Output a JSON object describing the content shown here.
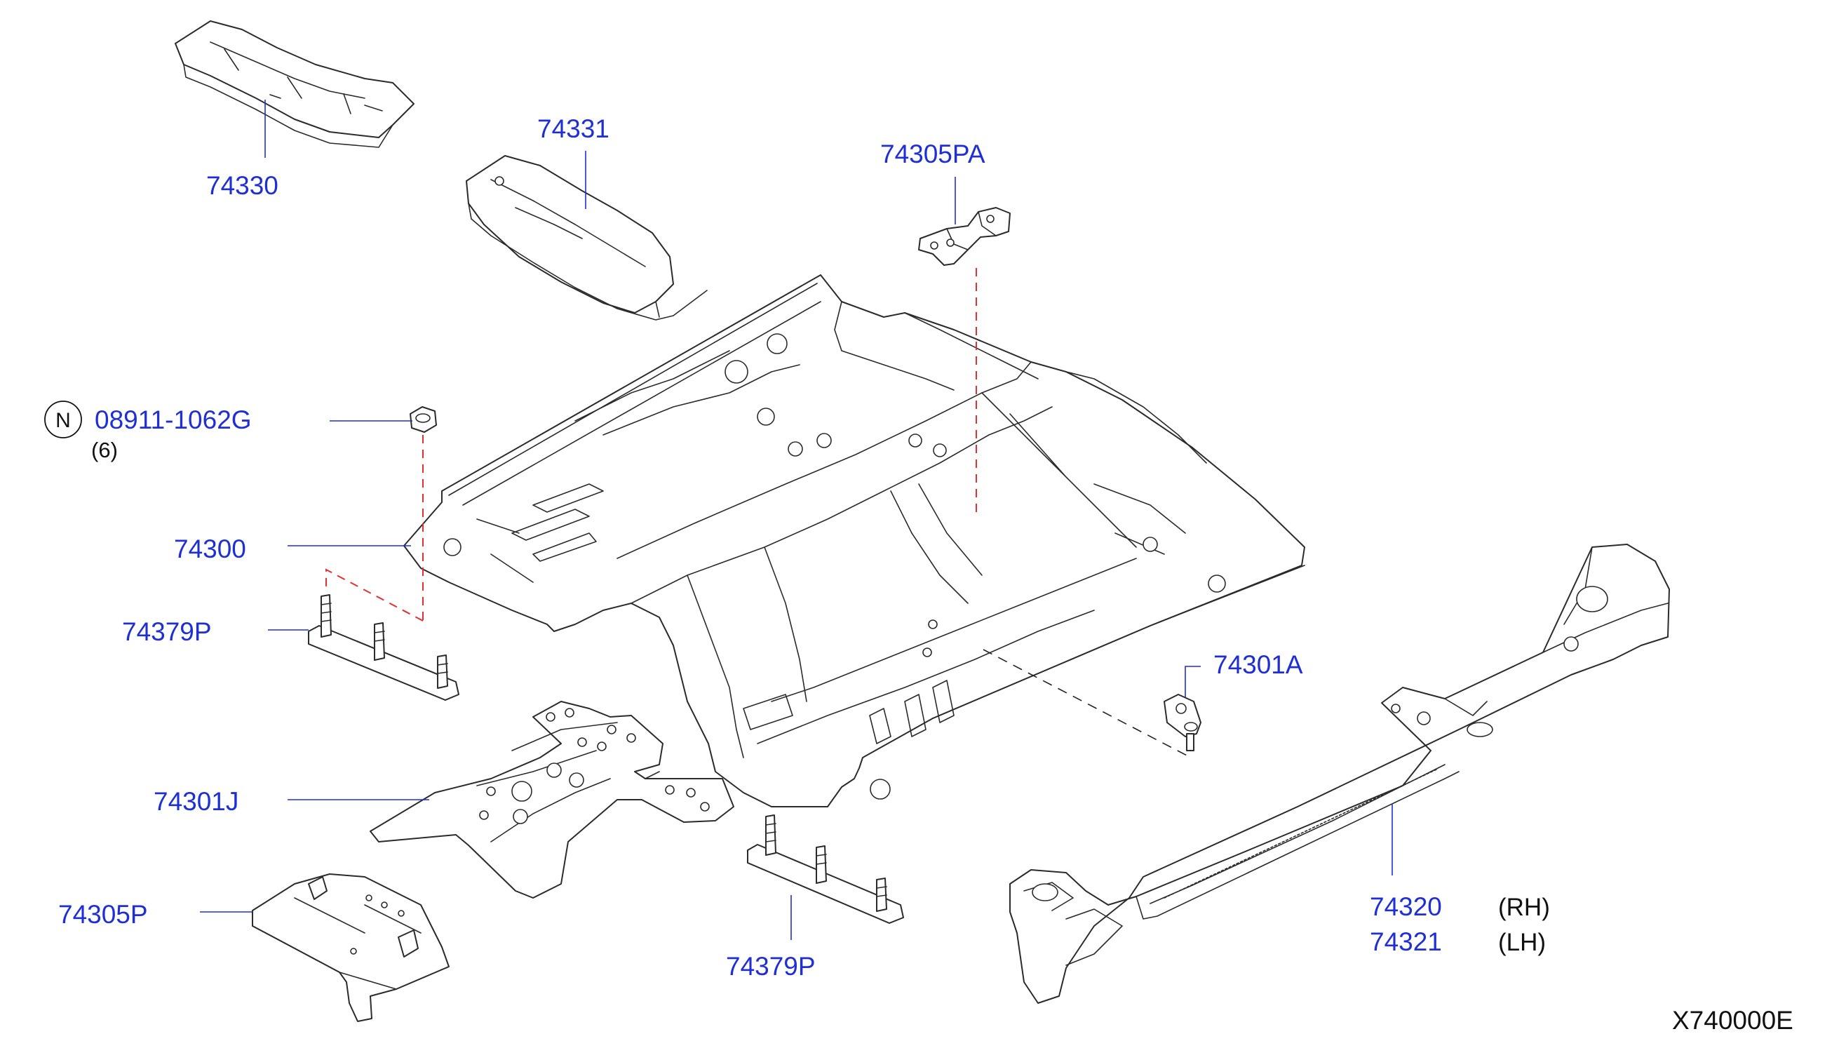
{
  "diagram_ref": "X740000E",
  "notation": {
    "symbol": "N",
    "part_number": "08911-1062G",
    "quantity": "(6)"
  },
  "parts": [
    {
      "id": "74330",
      "label": "74330"
    },
    {
      "id": "74331",
      "label": "74331"
    },
    {
      "id": "74305PA",
      "label": "74305PA"
    },
    {
      "id": "74300",
      "label": "74300"
    },
    {
      "id": "74379P_left",
      "label": "74379P"
    },
    {
      "id": "74301A",
      "label": "74301A"
    },
    {
      "id": "74301J",
      "label": "74301J"
    },
    {
      "id": "74305P",
      "label": "74305P"
    },
    {
      "id": "74379P_bottom",
      "label": "74379P"
    },
    {
      "id": "74320",
      "label": "74320",
      "side": "(RH)"
    },
    {
      "id": "74321",
      "label": "74321",
      "side": "(LH)"
    }
  ]
}
